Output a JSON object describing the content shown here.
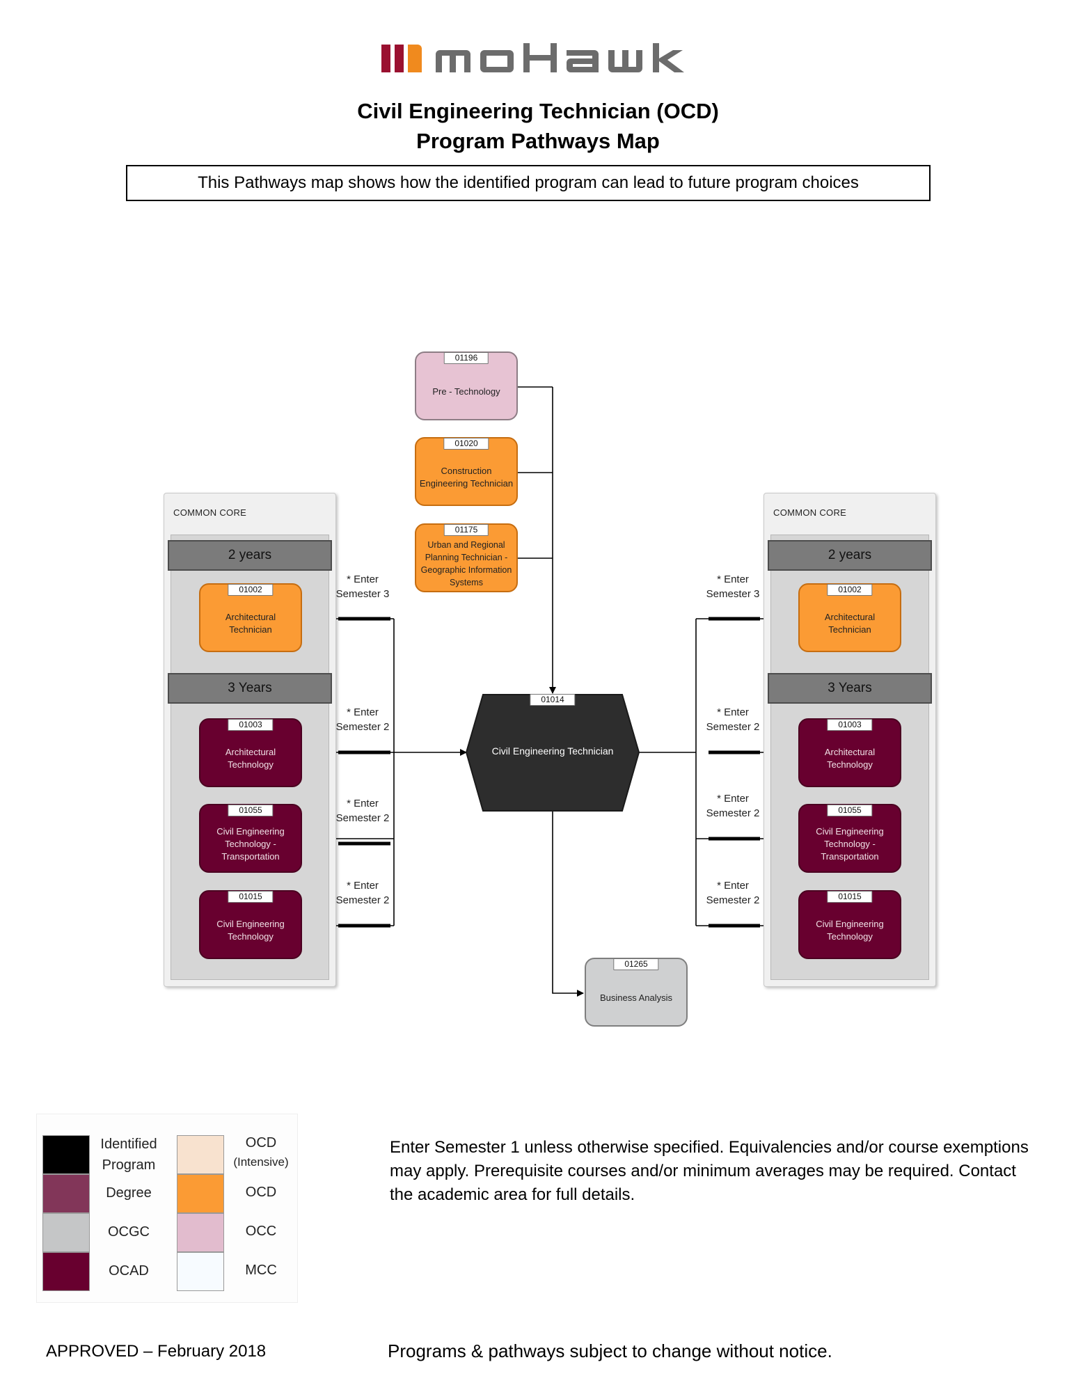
{
  "header": {
    "logo_text": "MOHAWK",
    "title_line1": "Civil Engineering Technician (OCD)",
    "title_line2": "Program Pathways Map",
    "intro": "This Pathways map shows how the identified program can lead to future program choices"
  },
  "colors": {
    "identified": "#000000",
    "degree": "#823659",
    "ocgc": "#c5c6c7",
    "ocad": "#68002f",
    "ocd_intensive": "#f8e2cf",
    "ocd": "#fb9b34",
    "occ": "#e2bcce",
    "mcc": "#f7fbff",
    "logo_red": "#9a1030",
    "logo_orange": "#f08a1e",
    "logo_gray": "#6c6c6c"
  },
  "diagram": {
    "feeders": [
      {
        "code": "01196",
        "name": "Pre - Technology",
        "type": "OCC"
      },
      {
        "code": "01020",
        "name": "Construction Engineering Technician",
        "type": "OCD"
      },
      {
        "code": "01175",
        "name": "Urban and Regional Planning Technician - Geographic Information Systems",
        "type": "OCD"
      }
    ],
    "center": {
      "code": "01014",
      "name": "Civil Engineering Technician"
    },
    "bottom": {
      "code": "01265",
      "name": "Business Analysis",
      "type": "OCGC"
    },
    "left_core": {
      "label": "COMMON CORE",
      "band_2yr": "2 years",
      "band_3yr": "3 Years",
      "programs": [
        {
          "code": "01002",
          "name": "Architectural Technician",
          "type": "OCD"
        },
        {
          "code": "01003",
          "name": "Architectural Technology",
          "type": "OCAD"
        },
        {
          "code": "01055",
          "name": "Civil Engineering Technology - Transportation",
          "type": "OCAD"
        },
        {
          "code": "01015",
          "name": "Civil Engineering Technology",
          "type": "OCAD"
        }
      ],
      "semesters": [
        "* Enter Semester 3",
        "* Enter Semester 2",
        "* Enter Semester 2",
        "* Enter Semester 2"
      ]
    },
    "right_core": {
      "label": "COMMON CORE",
      "band_2yr": "2 years",
      "band_3yr": "3 Years",
      "programs": [
        {
          "code": "01002",
          "name": "Architectural Technician",
          "type": "OCD"
        },
        {
          "code": "01003",
          "name": "Architectural Technology",
          "type": "OCAD"
        },
        {
          "code": "01055",
          "name": "Civil Engineering Technology - Transportation",
          "type": "OCAD"
        },
        {
          "code": "01015",
          "name": "Civil Engineering Technology",
          "type": "OCAD"
        }
      ],
      "semesters": [
        "* Enter Semester 3",
        "* Enter Semester 2",
        "* Enter Semester 2",
        "* Enter Semester 2"
      ]
    }
  },
  "legend": {
    "identified": "Identified Program",
    "degree": "Degree",
    "ocgc": "OCGC",
    "ocad": "OCAD",
    "ocd_intensive_1": "OCD",
    "ocd_intensive_2": "(Intensive)",
    "ocd": "OCD",
    "occ": "OCC",
    "mcc": "MCC"
  },
  "note": "Enter Semester 1 unless otherwise specified. Equivalencies and/or course exemptions may apply. Prerequisite courses and/or minimum averages may be required. Contact the academic area for full details.",
  "footer": {
    "approved": "APPROVED – February 2018",
    "disclaimer": "Programs & pathways subject to change without notice."
  }
}
